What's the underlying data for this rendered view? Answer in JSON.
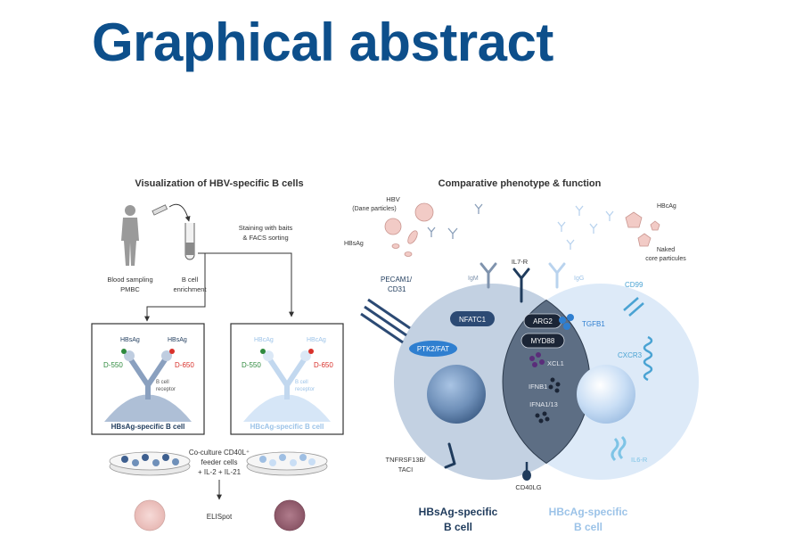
{
  "header": {
    "title": "Graphical abstract"
  },
  "left_panel": {
    "title": "Visualization of HBV-specific B cells",
    "blood_sampling": "Blood sampling",
    "pmbc": "PMBC",
    "b_cell": "B cell",
    "enrichment": "enrichment",
    "staining_line1": "Staining with baits",
    "staining_line2": "& FACS sorting",
    "box1": {
      "caption": "HBsAg-specific B cell",
      "antigen_left": "HBsAg",
      "antigen_right": "HBsAg",
      "dye_left": "D-550",
      "dye_right": "D-650",
      "receptor_line1": "B cell",
      "receptor_line2": "receptor"
    },
    "box2": {
      "caption": "HBcAg-specific B cell",
      "antigen_left": "HBcAg",
      "antigen_right": "HBcAg",
      "dye_left": "D-550",
      "dye_right": "D-650",
      "receptor_line1": "B cell",
      "receptor_line2": "receptor"
    },
    "coculture_line1": "Co-culture CD40L⁺",
    "coculture_line2": "feeder cells",
    "coculture_line3": "+ IL-2 + IL-21",
    "elispot": "ELISpot"
  },
  "right_panel": {
    "title": "Comparative phenotype & function",
    "hbv": "HBV",
    "dane": "(Dane particles)",
    "hbsag": "HBsAg",
    "hbcag": "HBcAg",
    "naked_line1": "Naked",
    "naked_line2": "core particules",
    "pecam_line1": "PECAM1/",
    "pecam_line2": "CD31",
    "igm": "IgM",
    "il7r": "IL7-R",
    "igg": "IgG",
    "cd99": "CD99",
    "nfatc1": "NFATC1",
    "ptk2": "PTK2/FAT",
    "arg2": "ARG2",
    "myd88": "MYD88",
    "xcl1": "XCL1",
    "ifnb1": "IFNB1",
    "ifna": "IFNA1/13",
    "tgfb1": "TGFB1",
    "cxcr3": "CXCR3",
    "il6r": "IL6-R",
    "tnfrsf_line1": "TNFRSF13B/",
    "tnfrsf_line2": "TACI",
    "cd40lg": "CD40LG",
    "hbsag_cell_line1": "HBsAg-specific",
    "hbsag_cell_line2": "B cell",
    "hbcag_cell_line1": "HBcAg-specific",
    "hbcag_cell_line2": "B cell"
  },
  "colors": {
    "title_blue": "#0d4f8b",
    "dark_navy": "#1f3b5c",
    "cell_dark": "#c3d1e2",
    "cell_light": "#ddeaf8",
    "light_blue_text": "#9cc3e8",
    "pink": "#f2cbc6",
    "green_dye": "#2f8a3e",
    "red_dye": "#d8312b",
    "purple": "#5a2d7a"
  }
}
